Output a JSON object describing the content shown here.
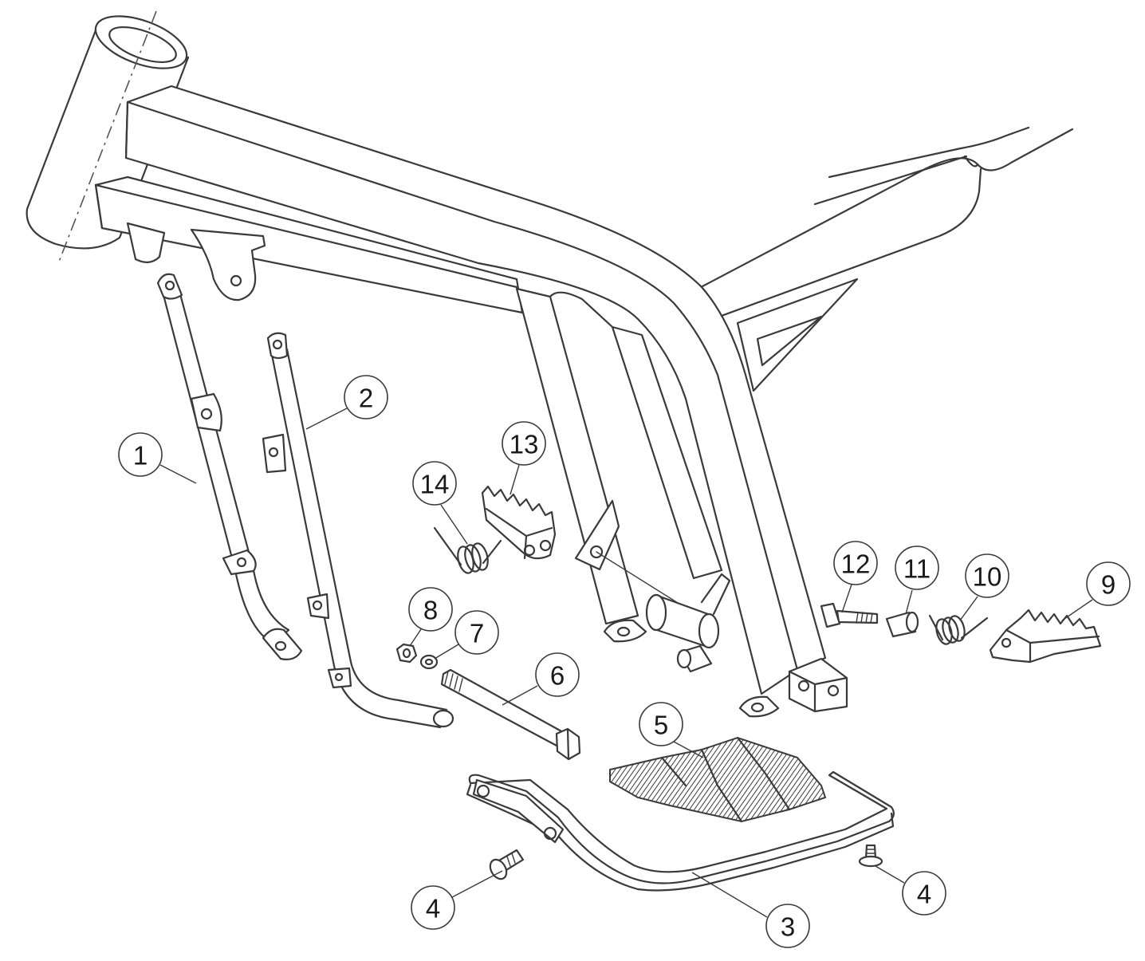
{
  "callouts": [
    {
      "label": "1"
    },
    {
      "label": "2"
    },
    {
      "label": "3"
    },
    {
      "label": "4"
    },
    {
      "label": "4"
    },
    {
      "label": "5"
    },
    {
      "label": "6"
    },
    {
      "label": "7"
    },
    {
      "label": "8"
    },
    {
      "label": "9"
    },
    {
      "label": "10"
    },
    {
      "label": "11"
    },
    {
      "label": "12"
    },
    {
      "label": "13"
    },
    {
      "label": "14"
    }
  ],
  "colors": {
    "line": "#3a3a3a",
    "background": "#ffffff"
  }
}
